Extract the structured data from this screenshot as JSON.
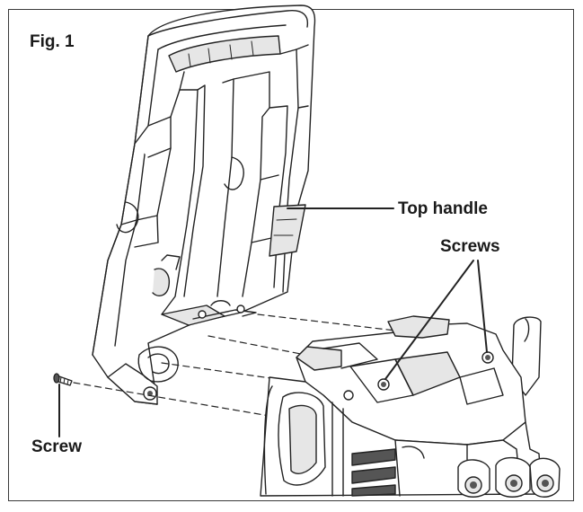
{
  "figure": {
    "title": "Fig. 1",
    "labels": {
      "top_handle": "Top handle",
      "screws": "Screws",
      "screw": "Screw"
    }
  },
  "colors": {
    "line": "#222222",
    "fill": "#ffffff",
    "shade": "#e6e6e6",
    "dark": "#555555"
  }
}
